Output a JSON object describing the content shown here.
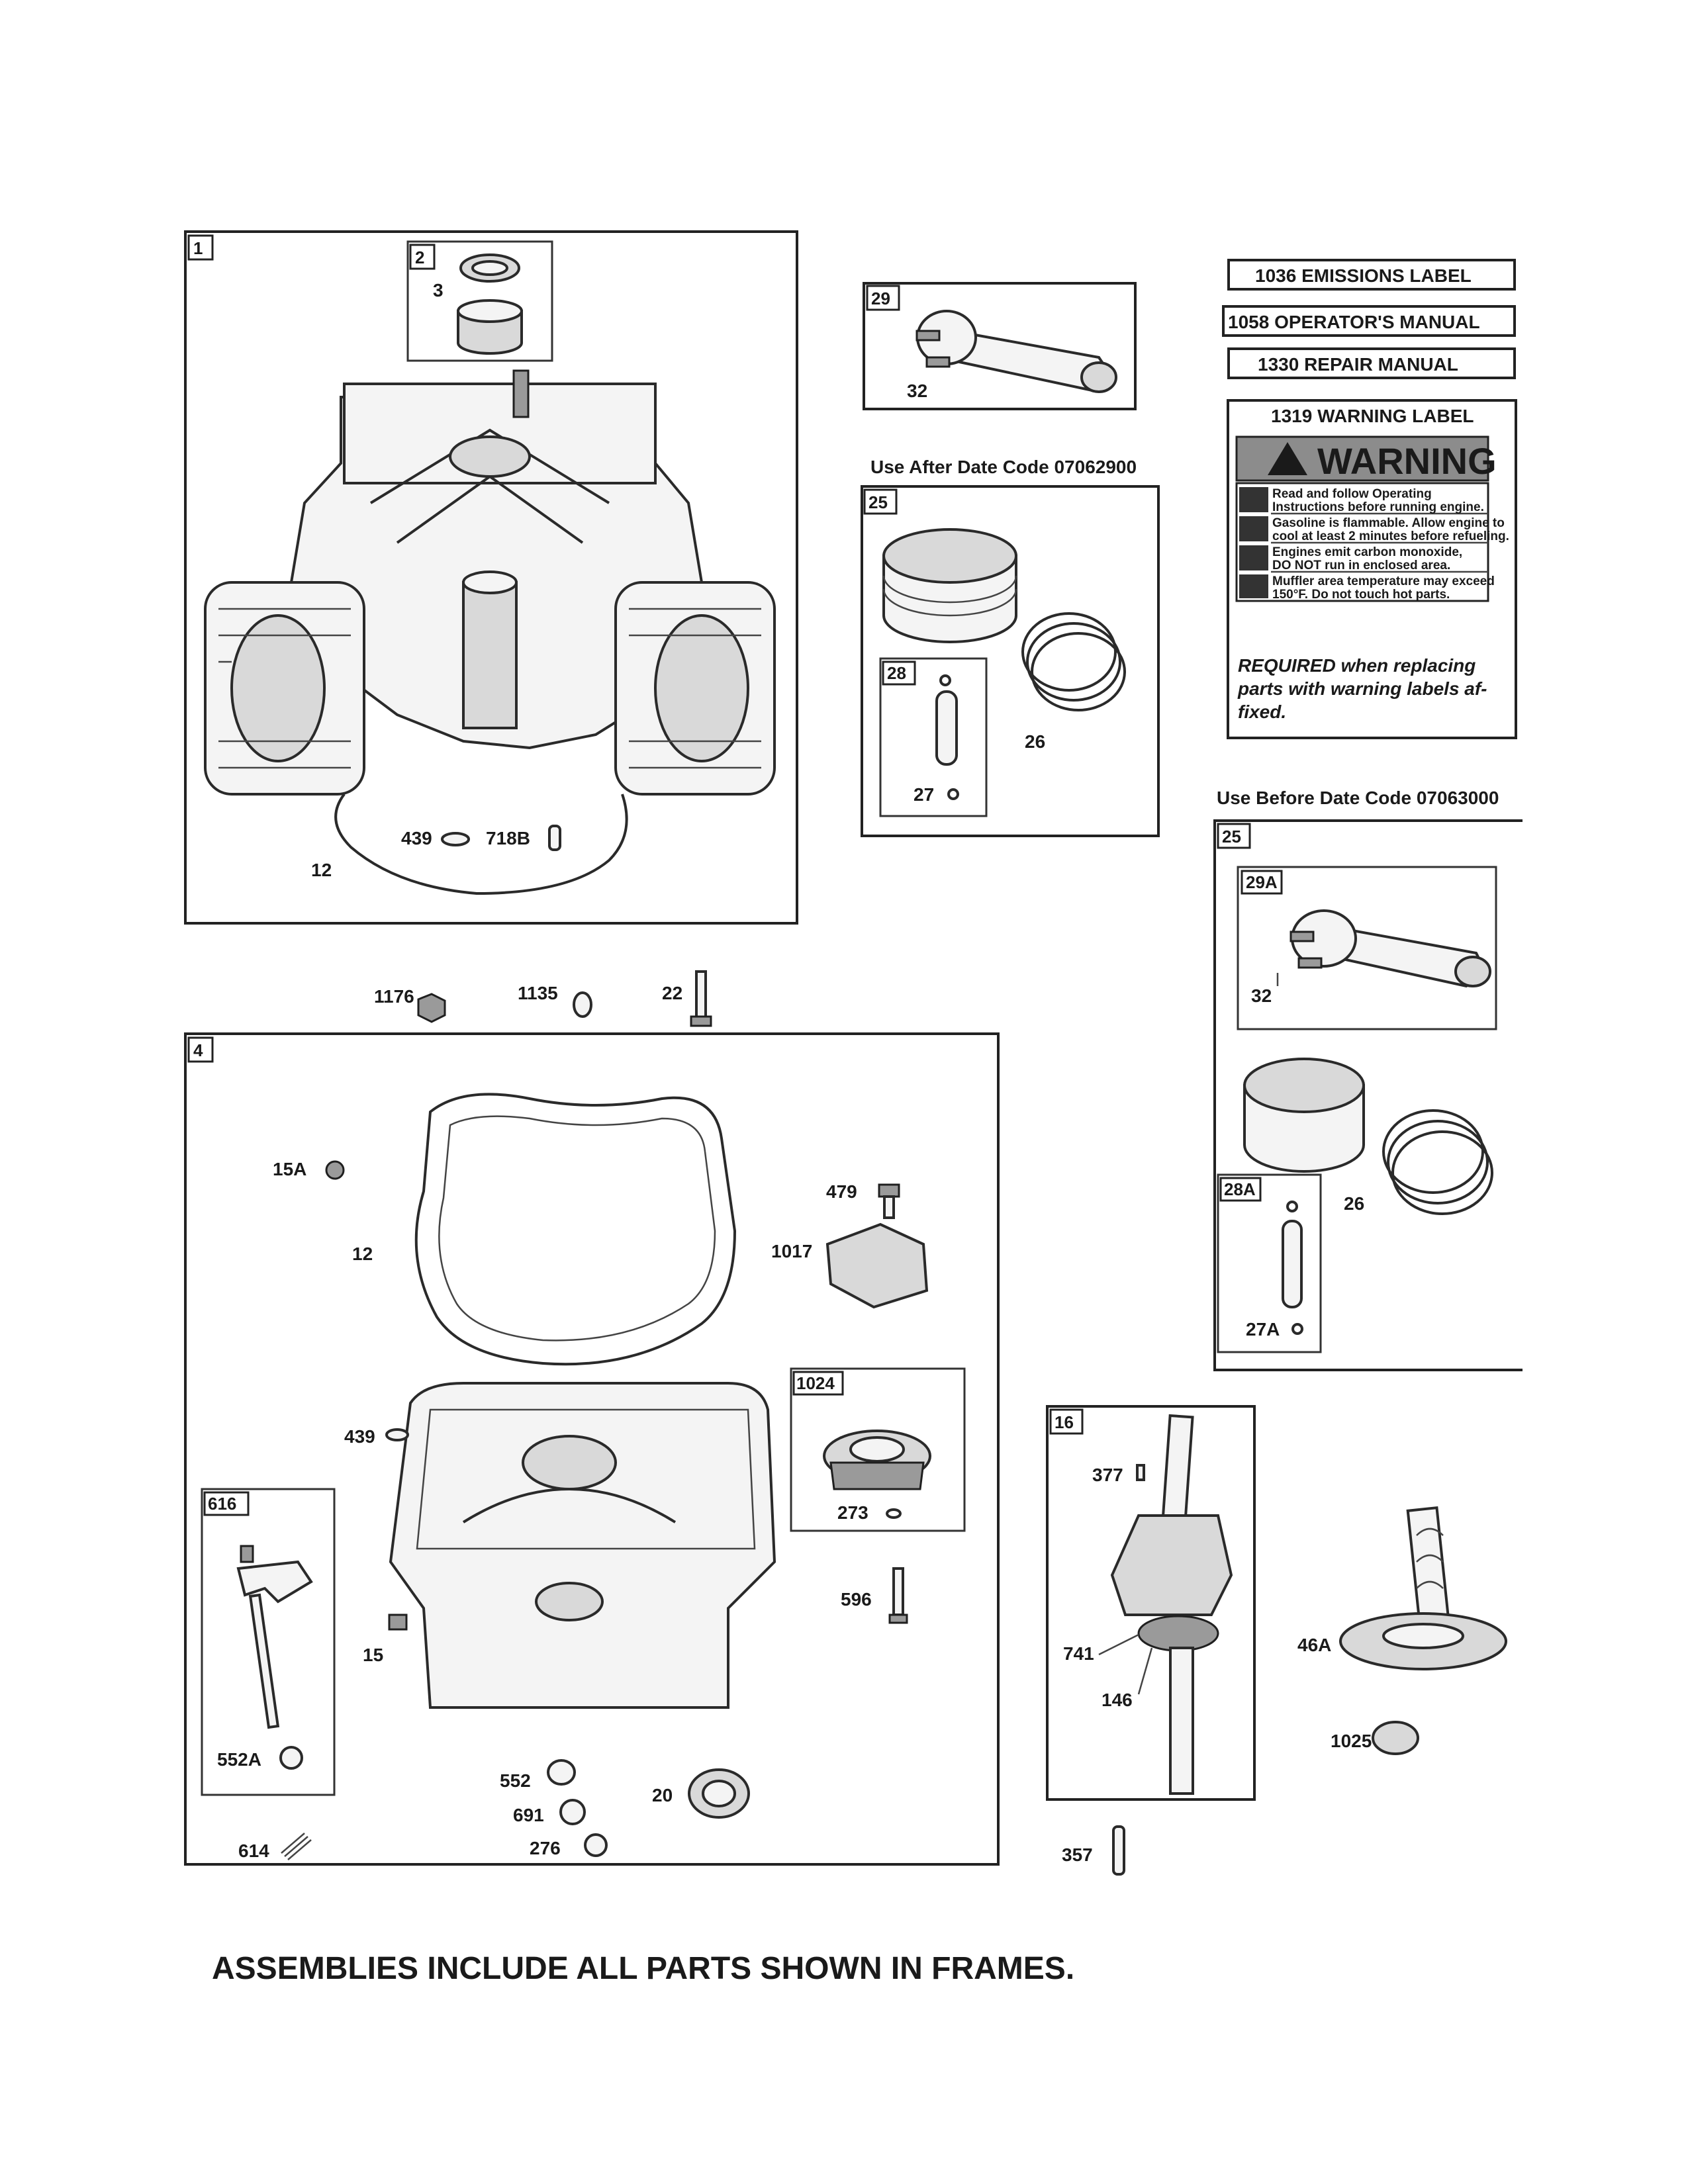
{
  "frames": {
    "f1": "1",
    "f2": "2",
    "f4": "4",
    "f16": "16",
    "f25a": "25",
    "f25b": "25",
    "f28": "28",
    "f28a": "28A",
    "f29": "29",
    "f29a": "29A",
    "f616": "616",
    "f1024": "1024"
  },
  "parts": {
    "p3": "3",
    "p12a": "12",
    "p439a": "439",
    "p718b": "718B",
    "p1176": "1176",
    "p1135": "1135",
    "p22": "22",
    "p15a": "15A",
    "p12b": "12",
    "p479": "479",
    "p1017": "1017",
    "p439b": "439",
    "p273": "273",
    "p596": "596",
    "p15": "15",
    "p552a": "552A",
    "p552": "552",
    "p691": "691",
    "p276": "276",
    "p20": "20",
    "p614": "614",
    "p32a": "32",
    "p26a": "26",
    "p27": "27",
    "p32b": "32",
    "p26b": "26",
    "p27a": "27A",
    "p377": "377",
    "p741": "741",
    "p146": "146",
    "p46a": "46A",
    "p1025": "1025",
    "p357": "357"
  },
  "notes": {
    "after": "Use After Date Code 07062900",
    "before": "Use Before Date Code 07063000"
  },
  "label_boxes": {
    "emissions": "1036 EMISSIONS LABEL",
    "operators": "1058 OPERATOR'S MANUAL",
    "repair": "1330 REPAIR MANUAL",
    "warning": "1319 WARNING LABEL"
  },
  "warning_label": {
    "heading": "WARNING",
    "line1a": "Read and follow Operating",
    "line1b": "Instructions before running engine.",
    "line2a": "Gasoline is flammable. Allow engine to",
    "line2b": "cool at least 2 minutes before refueling.",
    "line3a": "Engines emit carbon monoxide,",
    "line3b": "DO NOT run in enclosed area.",
    "line4a": "Muffler area temperature may exceed",
    "line4b": "150°F. Do not touch hot parts.",
    "req1": "REQUIRED when replacing",
    "req2": "parts with warning labels af-",
    "req3": "fixed."
  },
  "footer": "ASSEMBLIES INCLUDE ALL PARTS SHOWN IN FRAMES."
}
